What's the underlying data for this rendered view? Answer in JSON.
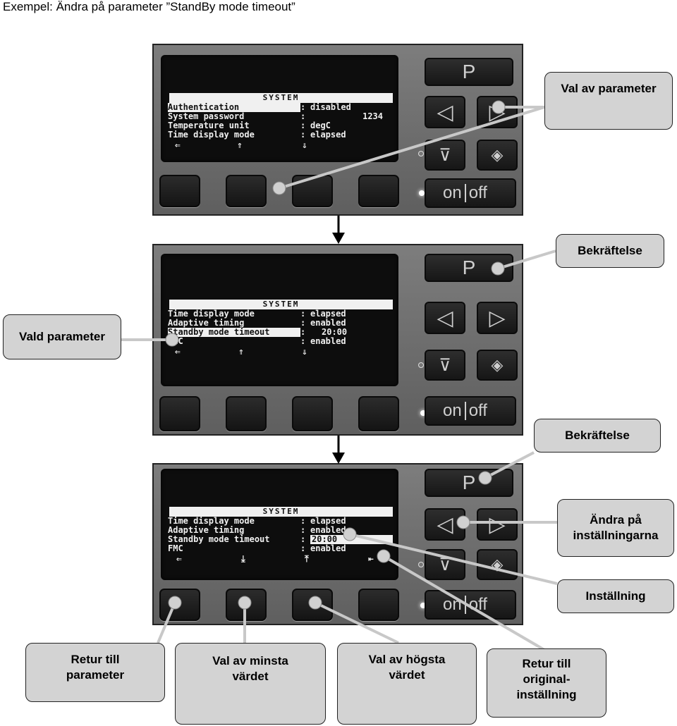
{
  "title": "Exempel: Ändra på parameter ”StandBy mode timeout”",
  "device": {
    "p_label": "P",
    "left_arrow": "◁",
    "right_arrow": "▷",
    "onoff_on": "on",
    "onoff_off": "off"
  },
  "panel1": {
    "header": "SYSTEM",
    "rows": [
      {
        "key": "Authentication",
        "value": "disabled"
      },
      {
        "key": "System password",
        "value": "1234"
      },
      {
        "key": "Temperature unit",
        "value": "degC"
      },
      {
        "key": "Time display mode",
        "value": "elapsed"
      }
    ],
    "nav": [
      "⇐",
      "⇑",
      "⇓"
    ]
  },
  "panel2": {
    "header": "SYSTEM",
    "rows": [
      {
        "key": "Time display mode",
        "value": "elapsed"
      },
      {
        "key": "Adaptive timing",
        "value": "enabled"
      },
      {
        "key": "Standby mode timeout",
        "value": "20:00"
      },
      {
        "key": "FMC",
        "value": "enabled"
      }
    ],
    "nav": [
      "⇐",
      "⇑",
      "⇓"
    ]
  },
  "panel3": {
    "header": "SYSTEM",
    "rows": [
      {
        "key": "Time display mode",
        "value": "elapsed"
      },
      {
        "key": "Adaptive timing",
        "value": "enabled"
      },
      {
        "key": "Standby mode timeout",
        "value": "20:00"
      },
      {
        "key": "FMC",
        "value": "enabled"
      }
    ],
    "nav": [
      "⇐",
      "⤓",
      "⤒",
      "⇤"
    ]
  },
  "callouts": {
    "val_av_parameter": "Val av parameter",
    "bekraftelse_1": "Bekräftelse",
    "vald_parameter": "Vald parameter",
    "bekraftelse_2": "Bekräftelse",
    "andra": "Ändra på\ninställningarna",
    "installning": "Inställning",
    "retur_parameter": "Retur till\nparameter",
    "val_minsta": "Val av minsta\nvärdet",
    "val_hogsta": "Val av högsta\nvärdet",
    "retur_original": "Retur till\noriginal-\ninställning"
  }
}
